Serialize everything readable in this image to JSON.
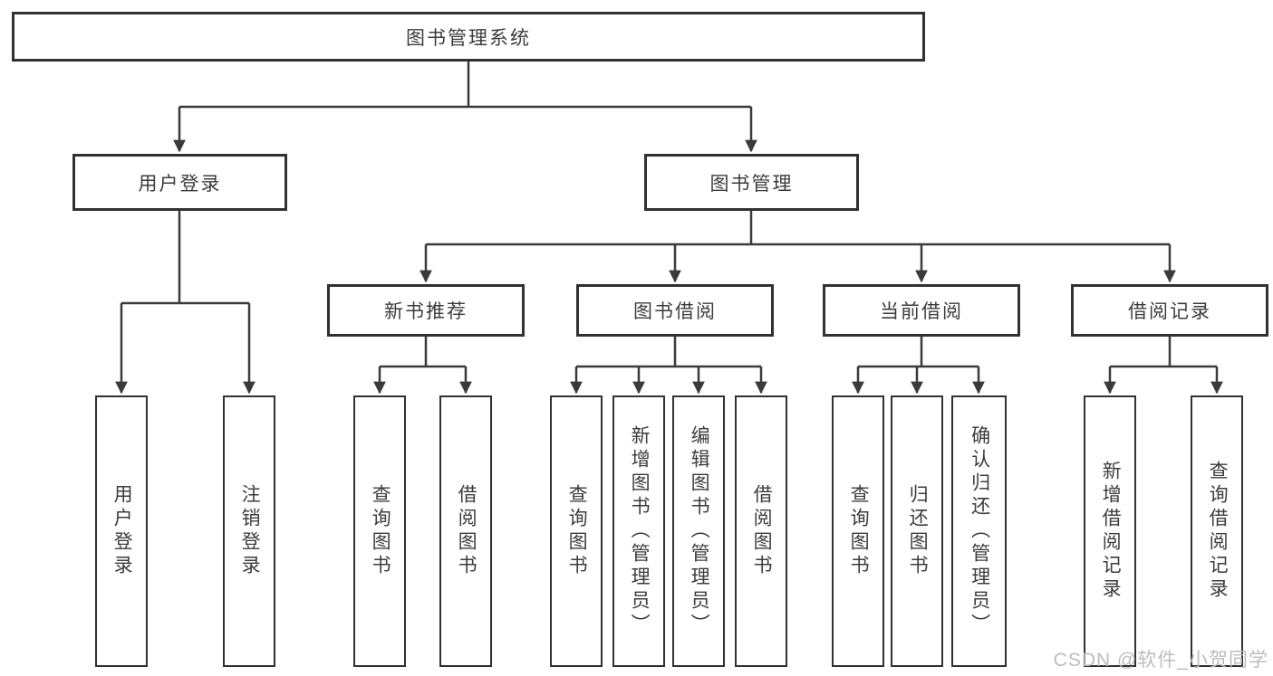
{
  "diagram_type": "hierarchy-tree",
  "tree": {
    "label": "图书管理系统",
    "children": [
      {
        "label": "用户登录",
        "children": [
          {
            "label": "用户登录"
          },
          {
            "label": "注销登录"
          }
        ]
      },
      {
        "label": "图书管理",
        "children": [
          {
            "label": "新书推荐",
            "children": [
              {
                "label": "查询图书"
              },
              {
                "label": "借阅图书"
              }
            ]
          },
          {
            "label": "图书借阅",
            "children": [
              {
                "label": "查询图书"
              },
              {
                "label": "新增图书（管理员）"
              },
              {
                "label": "编辑图书（管理员）"
              },
              {
                "label": "借阅图书"
              }
            ]
          },
          {
            "label": "当前借阅",
            "children": [
              {
                "label": "查询图书"
              },
              {
                "label": "归还图书"
              },
              {
                "label": "确认归还（管理员）"
              }
            ]
          },
          {
            "label": "借阅记录",
            "children": [
              {
                "label": "新增借阅记录"
              },
              {
                "label": "查询借阅记录"
              }
            ]
          }
        ]
      }
    ]
  },
  "watermark": {
    "text": "CSDN @软件_小贺同学"
  },
  "colors": {
    "line": "#3a3a3a",
    "box_border": "#313131",
    "text": "#3c3c3c",
    "background": "#ffffff",
    "watermark": "#bcbcbc"
  }
}
